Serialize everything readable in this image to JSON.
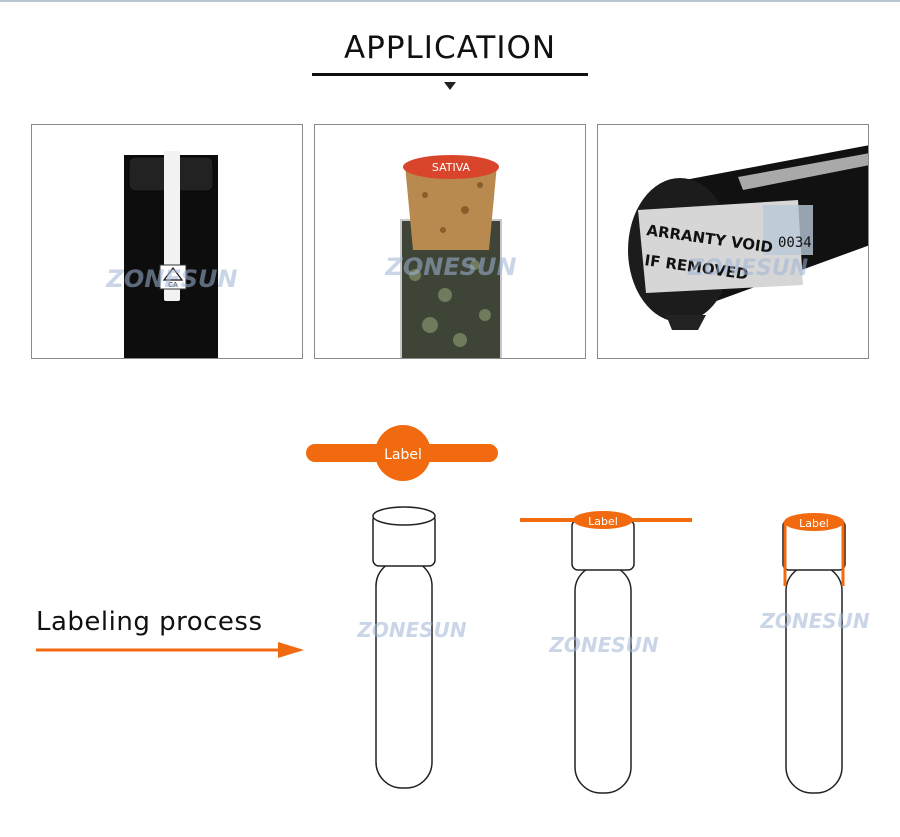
{
  "header": {
    "title": "APPLICATION"
  },
  "photos": {
    "watermark": "ZONESUN",
    "photo1": {
      "badge_text": "CA"
    },
    "photo2": {
      "cap_text": "SATIVA"
    },
    "photo3": {
      "line1": "ARRANTY VOID",
      "line2": "IF REMOVED",
      "serial": "0034"
    }
  },
  "process": {
    "title": "Labeling process",
    "label_text": "Label",
    "watermark": "ZONESUN"
  },
  "colors": {
    "accent": "#f26a10",
    "tube_stroke": "#222222"
  }
}
